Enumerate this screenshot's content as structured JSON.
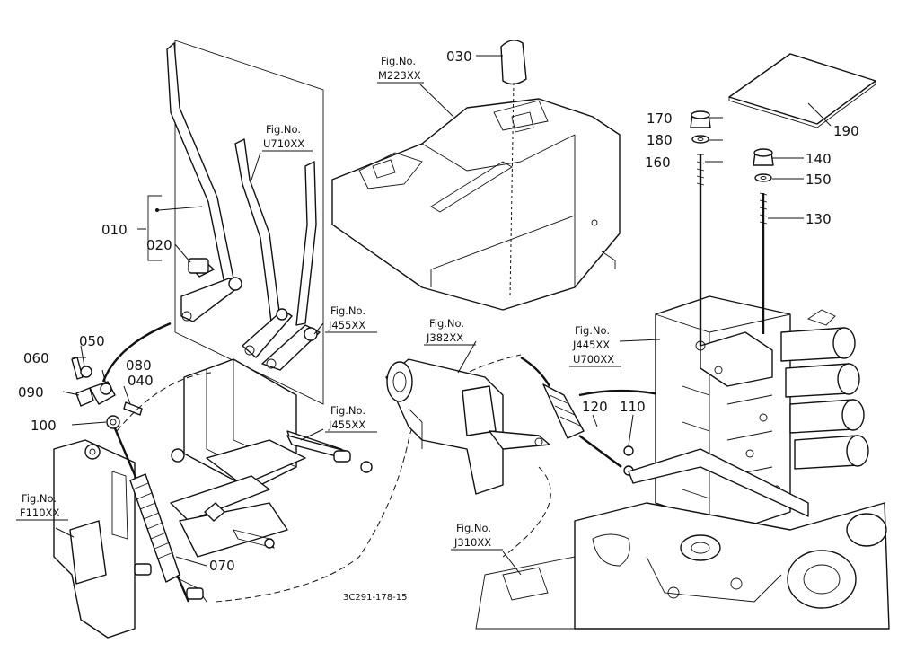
{
  "labels": {
    "p010": "010",
    "p020": "020",
    "p030": "030",
    "p040": "040",
    "p050": "050",
    "p060": "060",
    "p070": "070",
    "p080": "080",
    "p090": "090",
    "p100": "100",
    "p110": "110",
    "p120": "120",
    "p130": "130",
    "p140": "140",
    "p150": "150",
    "p160": "160",
    "p170": "170",
    "p180": "180",
    "p190": "190"
  },
  "fig_refs": {
    "m223": {
      "title": "Fig.No.",
      "code": "M223XX"
    },
    "u710": {
      "title": "Fig.No.",
      "code": "U710XX"
    },
    "j455a": {
      "title": "Fig.No.",
      "code": "J455XX"
    },
    "j455b": {
      "title": "Fig.No.",
      "code": "J455XX"
    },
    "j382": {
      "title": "Fig.No.",
      "code": "J382XX"
    },
    "j445": {
      "title": "Fig.No.",
      "code": "J445XX",
      "code2": "U700XX"
    },
    "f110": {
      "title": "Fig.No.",
      "code": "F110XX"
    },
    "j310": {
      "title": "Fig.No.",
      "code": "J310XX"
    }
  },
  "drawing_code": "3C291-178-15"
}
